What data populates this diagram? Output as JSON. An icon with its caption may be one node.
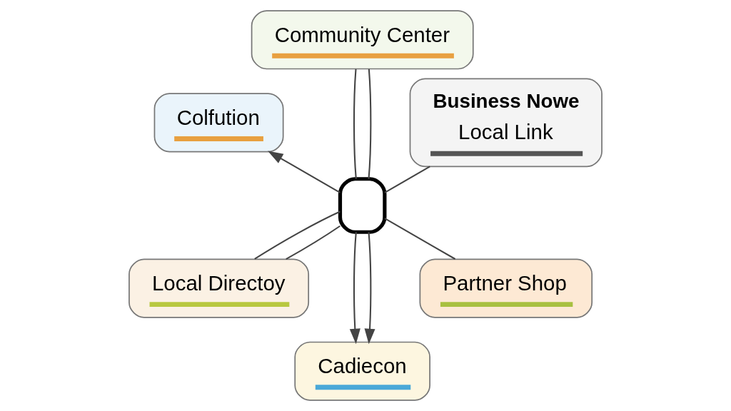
{
  "diagram": {
    "nodes": [
      {
        "text": [
          "Business Nowe",
          "Local Link"
        ]
      },
      {
        "text": [
          "Community Center"
        ]
      },
      {
        "text": [
          "Colfution"
        ]
      },
      {
        "text": [],
        "shape": "box"
      },
      {
        "text": [
          "Local Directoy"
        ]
      },
      {
        "text": [
          "Cadiecon"
        ]
      },
      {
        "text": [
          "Partner Shop"
        ]
      }
    ],
    "edges": [
      {
        "from": 3,
        "to": 0,
        "arrow": "none"
      },
      {
        "from": 3,
        "to": 1,
        "arrow": "none"
      },
      {
        "from": 3,
        "to": 1,
        "arrow": "none"
      },
      {
        "from": 3,
        "to": 2,
        "arrow": "to"
      },
      {
        "from": 3,
        "to": 4,
        "arrow": "none"
      },
      {
        "from": 3,
        "to": 4,
        "arrow": "none"
      },
      {
        "from": 3,
        "to": 5,
        "arrow": "to"
      },
      {
        "from": 3,
        "to": 5,
        "arrow": "to"
      },
      {
        "from": 3,
        "to": 6,
        "arrow": "none"
      }
    ]
  }
}
